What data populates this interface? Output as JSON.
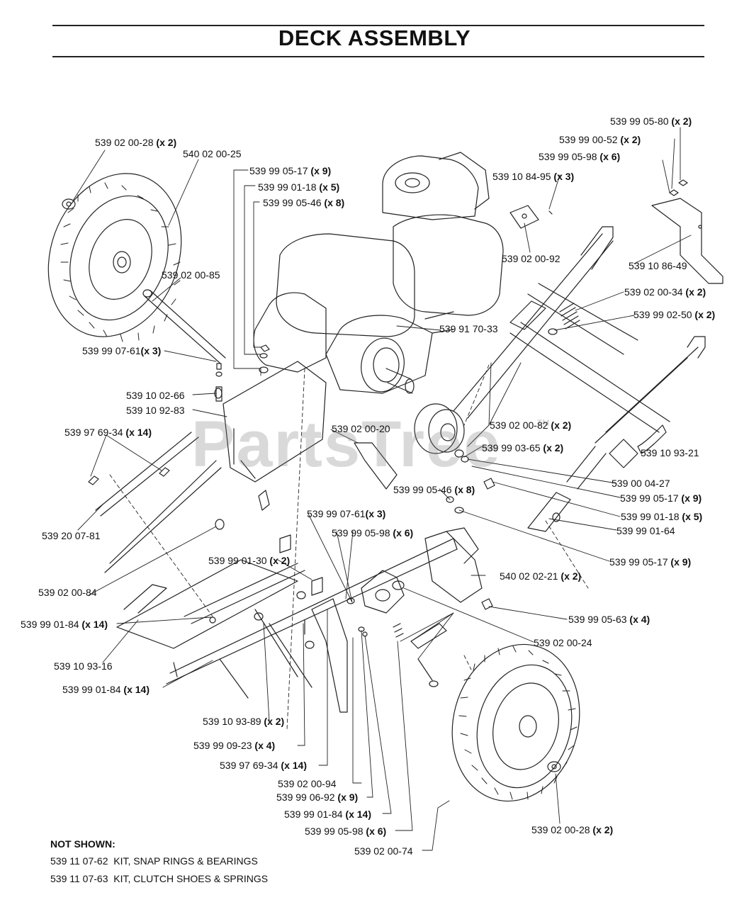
{
  "title": "DECK ASSEMBLY",
  "watermark": "PartsTree",
  "watermark_tm": "TM",
  "callouts": [
    {
      "part": "539 99 05-80",
      "qty": "(x 2)"
    },
    {
      "part": "539 99 00-52",
      "qty": "(x 2)"
    },
    {
      "part": "539 99 05-98",
      "qty": "(x 6)"
    },
    {
      "part": "539 10 84-95",
      "qty": "(x 3)"
    },
    {
      "part": "539 02 00-28",
      "qty": "(x 2)"
    },
    {
      "part": "540 02 00-25",
      "qty": ""
    },
    {
      "part": "539 99 05-17",
      "qty": "(x 9)"
    },
    {
      "part": "539 99 01-18",
      "qty": "(x 5)"
    },
    {
      "part": "539 99 05-46",
      "qty": "(x 8)"
    },
    {
      "part": "539 02 00-92",
      "qty": ""
    },
    {
      "part": "539 10 86-49",
      "qty": ""
    },
    {
      "part": "539 02 00-85",
      "qty": ""
    },
    {
      "part": "539 02 00-34",
      "qty": "(x 2)"
    },
    {
      "part": "539 99 02-50",
      "qty": "(x 2)"
    },
    {
      "part": "539 91 70-33",
      "qty": ""
    },
    {
      "part": "539 99 07-61",
      "qty": "(x 3)"
    },
    {
      "part": "539 10 02-66",
      "qty": ""
    },
    {
      "part": "539 10 92-83",
      "qty": ""
    },
    {
      "part": "539 97 69-34",
      "qty": "(x 14)"
    },
    {
      "part": "539 02 00-20",
      "qty": ""
    },
    {
      "part": "539 02 00-82",
      "qty": "(x 2)"
    },
    {
      "part": "539 99 03-65",
      "qty": "(x 2)"
    },
    {
      "part": "539 10 93-21",
      "qty": ""
    },
    {
      "part": "539 00 04-27",
      "qty": ""
    },
    {
      "part": "539 99 05-17",
      "qty": "(x 9)"
    },
    {
      "part": "539 99 05-46",
      "qty": "(x 8)"
    },
    {
      "part": "539 99 01-18",
      "qty": "(x 5)"
    },
    {
      "part": "539 99 07-61",
      "qty": "(x 3)"
    },
    {
      "part": "539 99 01-64",
      "qty": ""
    },
    {
      "part": "539 20 07-81",
      "qty": ""
    },
    {
      "part": "539 99 05-98",
      "qty": "(x 6)"
    },
    {
      "part": "539 99 05-17",
      "qty": "(x 9)"
    },
    {
      "part": "539 99 01-30",
      "qty": "(x 2)"
    },
    {
      "part": "540 02 02-21",
      "qty": "(x 2)"
    },
    {
      "part": "539 02 00-84",
      "qty": ""
    },
    {
      "part": "539 99 05-63",
      "qty": "(x 4)"
    },
    {
      "part": "539 99 01-84",
      "qty": "(x 14)"
    },
    {
      "part": "539 02 00-24",
      "qty": ""
    },
    {
      "part": "539 10 93-16",
      "qty": ""
    },
    {
      "part": "539 99 01-84",
      "qty": "(x 14)"
    },
    {
      "part": "539 10 93-89",
      "qty": "(x 2)"
    },
    {
      "part": "539 99 09-23",
      "qty": "(x 4)"
    },
    {
      "part": "539 97 69-34",
      "qty": "(x 14)"
    },
    {
      "part": "539 02 00-94",
      "qty": ""
    },
    {
      "part": "539 99 06-92",
      "qty": "(x 9)"
    },
    {
      "part": "539 99 01-84",
      "qty": "(x 14)"
    },
    {
      "part": "539 02 00-28",
      "qty": "(x 2)"
    },
    {
      "part": "539 99 05-98",
      "qty": "(x 6)"
    },
    {
      "part": "539 02 00-74",
      "qty": ""
    }
  ],
  "not_shown": {
    "title": "NOT SHOWN:",
    "items": [
      {
        "part": "539 11 07-62",
        "desc": "KIT, SNAP RINGS & BEARINGS"
      },
      {
        "part": "539 11 07-63",
        "desc": "KIT, CLUTCH SHOES & SPRINGS"
      }
    ]
  }
}
